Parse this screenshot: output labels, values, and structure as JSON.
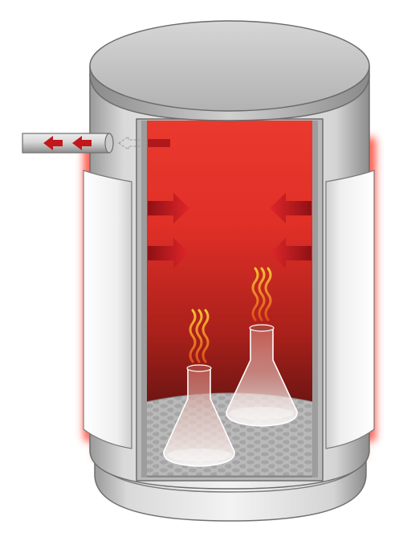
{
  "diagram": {
    "subject": "heated-cylindrical-chamber-with-flasks",
    "colors": {
      "background": "#ffffff",
      "shell_gray": "#cfcfcf",
      "shell_dark": "#8f8f8f",
      "shell_light": "#f2f2f2",
      "lid_gray": "#bdbdbd",
      "heat_red": "#e8332b",
      "heat_dark": "#6e1414",
      "arrow_red": "#c0181c",
      "vapor_orange": "#f0a020",
      "flask_tint": "#e9c6c0",
      "flask_neck": "#b8524a"
    },
    "icons": {
      "inflow_arrows": "arrow-left-icon",
      "radiant_arrows_left": "arrow-right-icon",
      "radiant_arrows_right": "arrow-left-icon",
      "vapor": "wavy-vapor-icon"
    },
    "components": [
      "outer-shell",
      "lid",
      "inlet-pipe",
      "viewing-window",
      "heater-panel-left",
      "heater-panel-right",
      "perforated-floor",
      "flask-small",
      "flask-large"
    ]
  }
}
